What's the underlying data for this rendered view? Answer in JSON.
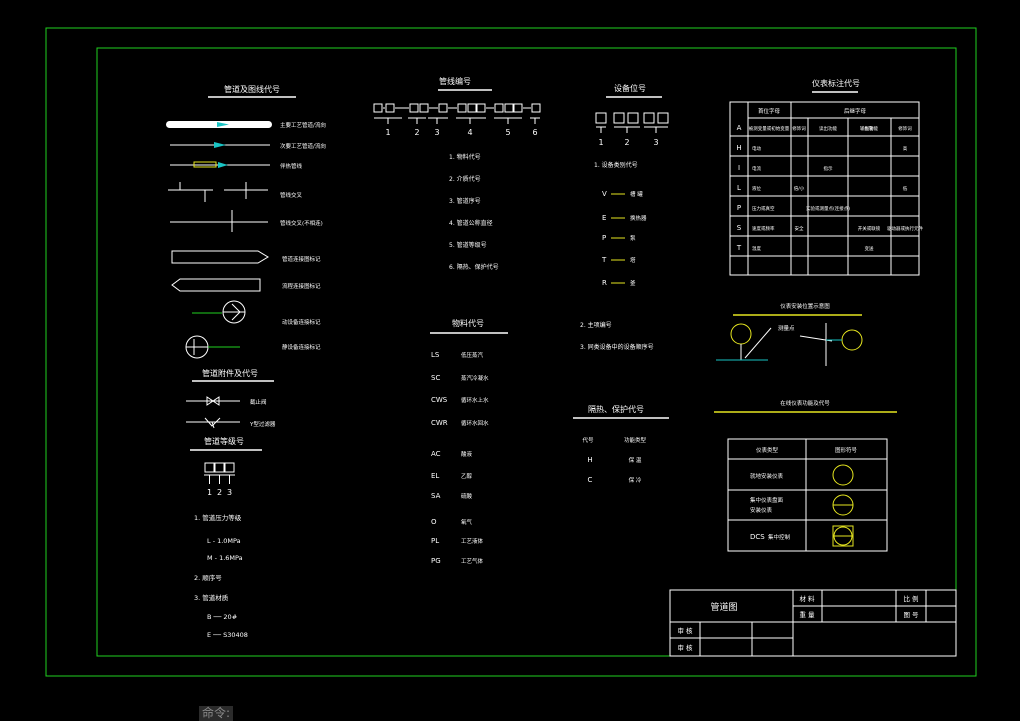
{
  "colors": {
    "frame": "#1fd11f",
    "ink": "#ffffff",
    "accent": "#19c4c4",
    "highlight": "#e6e620",
    "green": "#1fd11f",
    "background": "#000000"
  },
  "sections": {
    "pipe_material": "管道及图线代号",
    "pipe_number": "管线编号",
    "device_number": "设备位号",
    "instrument_code": "仪表标注代号",
    "valve_symbols": "管道附件及代号",
    "pipe_grade": "管道等级号",
    "medium_code": "物料代号",
    "insulation_code": "隔热、保护代号",
    "instrument_install": "仪表安装位置示意图",
    "instrument_function": "在线仪表功能及代号"
  },
  "pipe_symbols": [
    "主要工艺管道/流向",
    "次要工艺管道/流向",
    "伴热管线",
    "管线交叉",
    "管线交叉(不相连)",
    "管道连接图标记",
    "流程连接图标记",
    "动设备连接标记",
    "静设备连接标记"
  ],
  "valve_items": [
    "截止阀",
    "Y型过滤器"
  ],
  "pipe_number_digits": [
    "1",
    "2",
    "3",
    "4",
    "5",
    "6"
  ],
  "pipe_number_items": [
    "1. 物料代号",
    "2. 介质代号",
    "3. 管道序号",
    "4. 管道公称直径",
    "5. 管道等级号",
    "6. 隔热、保护代号"
  ],
  "grade_digits": [
    "1",
    "2",
    "3"
  ],
  "grade_items": [
    {
      "text": "1. 管道压力等级",
      "indent": false
    },
    {
      "text": "L - 1.0MPa",
      "indent": true
    },
    {
      "text": "M - 1.6MPa",
      "indent": true
    },
    {
      "text": "2. 顺序号",
      "indent": false
    },
    {
      "text": "3. 管道材质",
      "indent": false
    },
    {
      "text": "B ── 20#",
      "indent": true
    },
    {
      "text": "E ── S30408",
      "indent": true
    }
  ],
  "medium_items": [
    {
      "code": "LS",
      "name": "低压蒸汽"
    },
    {
      "code": "SC",
      "name": "蒸汽冷凝水"
    },
    {
      "code": "CWS",
      "name": "循环水上水"
    },
    {
      "code": "CWR",
      "name": "循环水回水"
    },
    {
      "code": "AC",
      "name": "酸液"
    },
    {
      "code": "EL",
      "name": "乙醇"
    },
    {
      "code": "SA",
      "name": "硫酸"
    },
    {
      "code": "O",
      "name": "氧气"
    },
    {
      "code": "PL",
      "name": "工艺液体"
    },
    {
      "code": "PG",
      "name": "工艺气体"
    }
  ],
  "device_digits": [
    "1",
    "2",
    "3"
  ],
  "device_items": [
    {
      "text": "1. 设备类别代号",
      "code": ""
    },
    {
      "text": "槽 罐",
      "code": "V"
    },
    {
      "text": "换热器",
      "code": "E"
    },
    {
      "text": "泵",
      "code": "P"
    },
    {
      "text": "塔",
      "code": "T"
    },
    {
      "text": "釜",
      "code": "R"
    },
    {
      "text": "2. 主项编号",
      "code": ""
    },
    {
      "text": "3. 同类设备中的设备顺序号",
      "code": ""
    }
  ],
  "insulation": {
    "headers": [
      "代号",
      "功能类型"
    ],
    "rows": [
      [
        "H",
        "保 温"
      ],
      [
        "C",
        "保 冷"
      ]
    ]
  },
  "instrument_table": {
    "group_headers": [
      "首位字母",
      "后继字母"
    ],
    "sub_headers": [
      "被测变量或初始变量",
      "修饰词",
      "读出功能",
      "输出功能",
      "修饰词"
    ],
    "rows": [
      {
        "letter": "A",
        "cells": [
          "",
          "",
          "",
          "报警",
          ""
        ]
      },
      {
        "letter": "H",
        "cells": [
          "电动",
          "",
          "",
          "",
          "高"
        ]
      },
      {
        "letter": "I",
        "cells": [
          "电流",
          "",
          "指示",
          "",
          ""
        ]
      },
      {
        "letter": "L",
        "cells": [
          "液位",
          "倍/小",
          "",
          "",
          "低"
        ]
      },
      {
        "letter": "P",
        "cells": [
          "压力或真空",
          "",
          "实验或测量点(连接点)",
          "",
          ""
        ]
      },
      {
        "letter": "S",
        "cells": [
          "速度或频率",
          "安全",
          "",
          "开关或联锁",
          "驱动器或执行元件"
        ]
      },
      {
        "letter": "T",
        "cells": [
          "温度",
          "",
          "",
          "变送",
          ""
        ]
      }
    ]
  },
  "install_label": "测量点",
  "function_table": {
    "headers": [
      "仪表类型",
      "图形符号"
    ],
    "rows": [
      {
        "label": "就地安装仪表",
        "label2": "",
        "prefix": ""
      },
      {
        "label": "集中仪表盘面",
        "label2": "安装仪表",
        "prefix": ""
      },
      {
        "label": "集中控制",
        "label2": "",
        "prefix": "DCS"
      }
    ]
  },
  "title_block": {
    "title": "管道图",
    "material": "材 料",
    "scale": "比 例",
    "weight": "重 量",
    "drawing_no": "图 号",
    "designed": "审 核",
    "checked": "审 核"
  },
  "command_line": "命令:"
}
